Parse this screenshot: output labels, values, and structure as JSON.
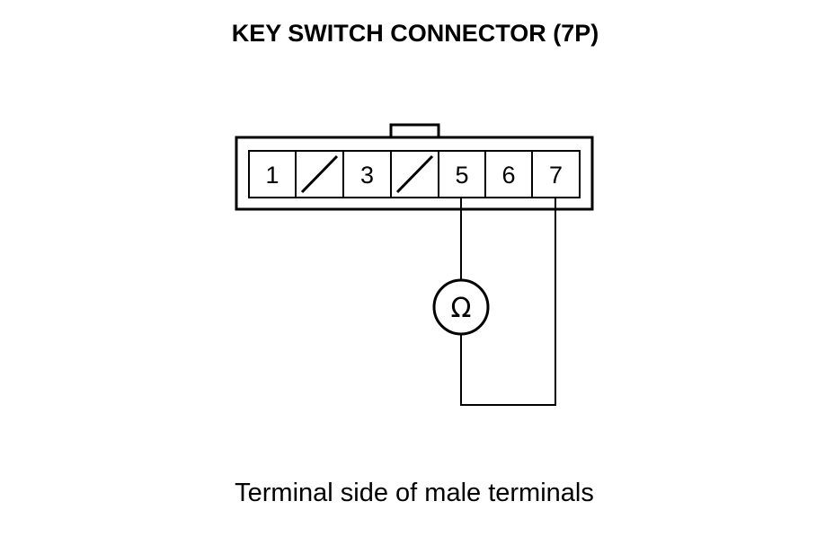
{
  "title": "KEY SWITCH CONNECTOR (7P)",
  "caption": "Terminal side of male terminals",
  "connector": {
    "terminals": [
      {
        "label": "1",
        "blank": false
      },
      {
        "label": "",
        "blank": true
      },
      {
        "label": "3",
        "blank": false
      },
      {
        "label": "",
        "blank": true
      },
      {
        "label": "5",
        "blank": false
      },
      {
        "label": "6",
        "blank": false
      },
      {
        "label": "7",
        "blank": false
      }
    ]
  },
  "meter": {
    "symbol": "Ω",
    "icon": "ohmmeter-icon"
  }
}
